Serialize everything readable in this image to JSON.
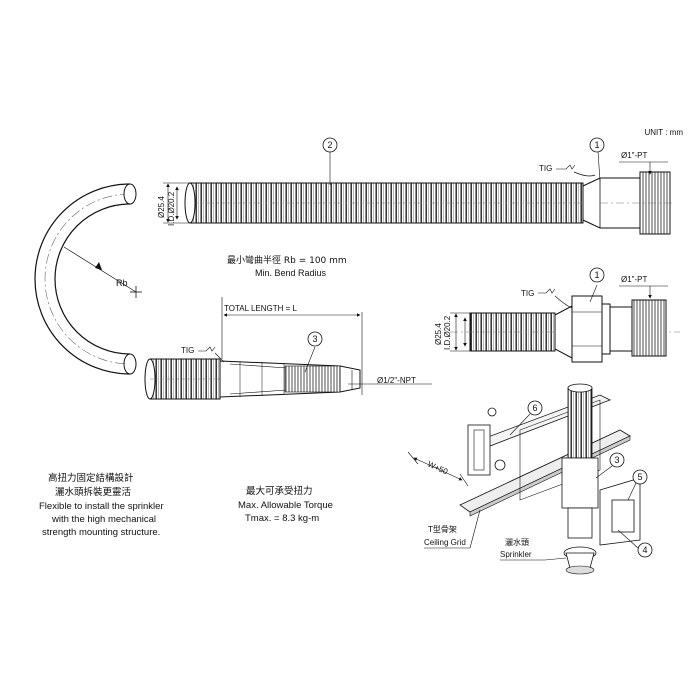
{
  "unit_label": "UNIT : mm",
  "callouts": [
    "1",
    "2",
    "3",
    "4",
    "5",
    "6"
  ],
  "top_hose": {
    "dim_outer": "Ø25.4",
    "dim_inner": "I.D.Ø20.2",
    "tig": "TIG",
    "thread": "Ø1\"-PT"
  },
  "bend": {
    "rb_label": "Rb",
    "text_zh": "最小彎曲半徑 Rb = 100 mm",
    "text_en": "Min. Bend Radius"
  },
  "bottom_hose": {
    "total_length": "TOTAL LENGTH = L",
    "tig": "TIG",
    "thread": "Ø1/2\"-NPT"
  },
  "right_fitting": {
    "dim_outer": "Ø25.4",
    "dim_inner": "I.D.Ø20.2",
    "tig": "TIG",
    "thread": "Ø1\"-PT"
  },
  "left_note": {
    "zh1": "高扭力固定結構設計",
    "zh2": "灑水頭拆裝更靈活",
    "en1": "Flexible to install the sprinkler",
    "en2": "with the high mechanical",
    "en3": "strength mounting structure."
  },
  "torque_note": {
    "zh": "最大可承受扭力",
    "en": "Max. Allowable Torque",
    "value": "Tmax. = 8.3 kg-m"
  },
  "assembly": {
    "width_label": "W+50",
    "grid_zh": "T型骨架",
    "grid_en": "Ceiling Grid",
    "sprinkler_zh": "灑水頭",
    "sprinkler_en": "Sprinkler"
  }
}
